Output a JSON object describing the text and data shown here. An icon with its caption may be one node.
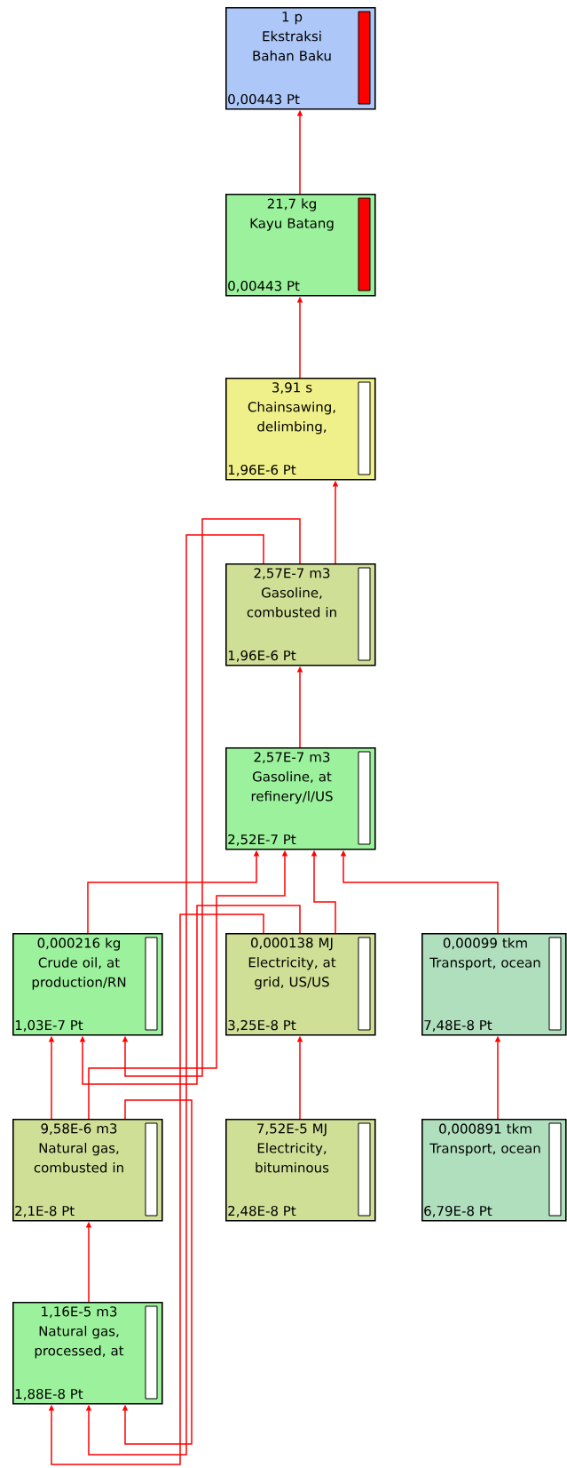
{
  "diagram": {
    "nodes": [
      {
        "text": [
          "1 p",
          "Ekstraksi Bahan Baku",
          "0,00443 Pt"
        ]
      },
      {
        "text": [
          "21,7 kg",
          "Kayu Batang",
          "0,00443 Pt"
        ]
      },
      {
        "text": [
          "3,91 s",
          "Chainsawing, delimbing,",
          "1,96E-6 Pt"
        ]
      },
      {
        "text": [
          "2,57E-7 m3",
          "Gasoline, combusted in",
          "1,96E-6 Pt"
        ]
      },
      {
        "text": [
          "2,57E-7 m3",
          "Gasoline, at refinery/l/US",
          "2,52E-7 Pt"
        ]
      },
      {
        "text": [
          "0,000216 kg",
          "Crude oil, at production/RN",
          "1,03E-7 Pt"
        ]
      },
      {
        "text": [
          "0,000138 MJ",
          "Electricity, at grid, US/US",
          "3,25E-8 Pt"
        ]
      },
      {
        "text": [
          "0,00099 tkm",
          "Transport, ocean",
          "7,48E-8 Pt"
        ]
      },
      {
        "text": [
          "9,58E-6 m3",
          "Natural gas, combusted in",
          "2,1E-8 Pt"
        ]
      },
      {
        "text": [
          "7,52E-5 MJ",
          "Electricity, bituminous",
          "2,48E-8 Pt"
        ]
      },
      {
        "text": [
          "0,000891 tkm",
          "Transport, ocean",
          "6,79E-8 Pt"
        ]
      },
      {
        "text": [
          "1,16E-5 m3",
          "Natural gas, processed, at",
          "1,88E-8 Pt"
        ]
      }
    ],
    "edges": [
      {
        "from": 1,
        "to": 0,
        "arrow": "to"
      },
      {
        "from": 2,
        "to": 1,
        "arrow": "to"
      },
      {
        "from": 3,
        "to": 2,
        "arrow": "to"
      },
      {
        "from": 4,
        "to": 3,
        "arrow": "to"
      },
      {
        "from": 5,
        "to": 4,
        "arrow": "to"
      },
      {
        "from": 8,
        "to": 4,
        "arrow": "to"
      },
      {
        "from": 6,
        "to": 4,
        "arrow": "to"
      },
      {
        "from": 7,
        "to": 4,
        "arrow": "to"
      },
      {
        "from": 8,
        "to": 5,
        "arrow": "to"
      },
      {
        "from": 6,
        "to": 5,
        "arrow": "to"
      },
      {
        "from": 3,
        "to": 5,
        "arrow": "to"
      },
      {
        "from": 11,
        "to": 8,
        "arrow": "to"
      },
      {
        "from": 6,
        "to": 11,
        "arrow": "to"
      },
      {
        "from": 3,
        "to": 11,
        "arrow": "to"
      },
      {
        "from": 8,
        "to": 11,
        "arrow": "to"
      },
      {
        "from": 9,
        "to": 6,
        "arrow": "to"
      },
      {
        "from": 10,
        "to": 7,
        "arrow": "to"
      }
    ]
  }
}
